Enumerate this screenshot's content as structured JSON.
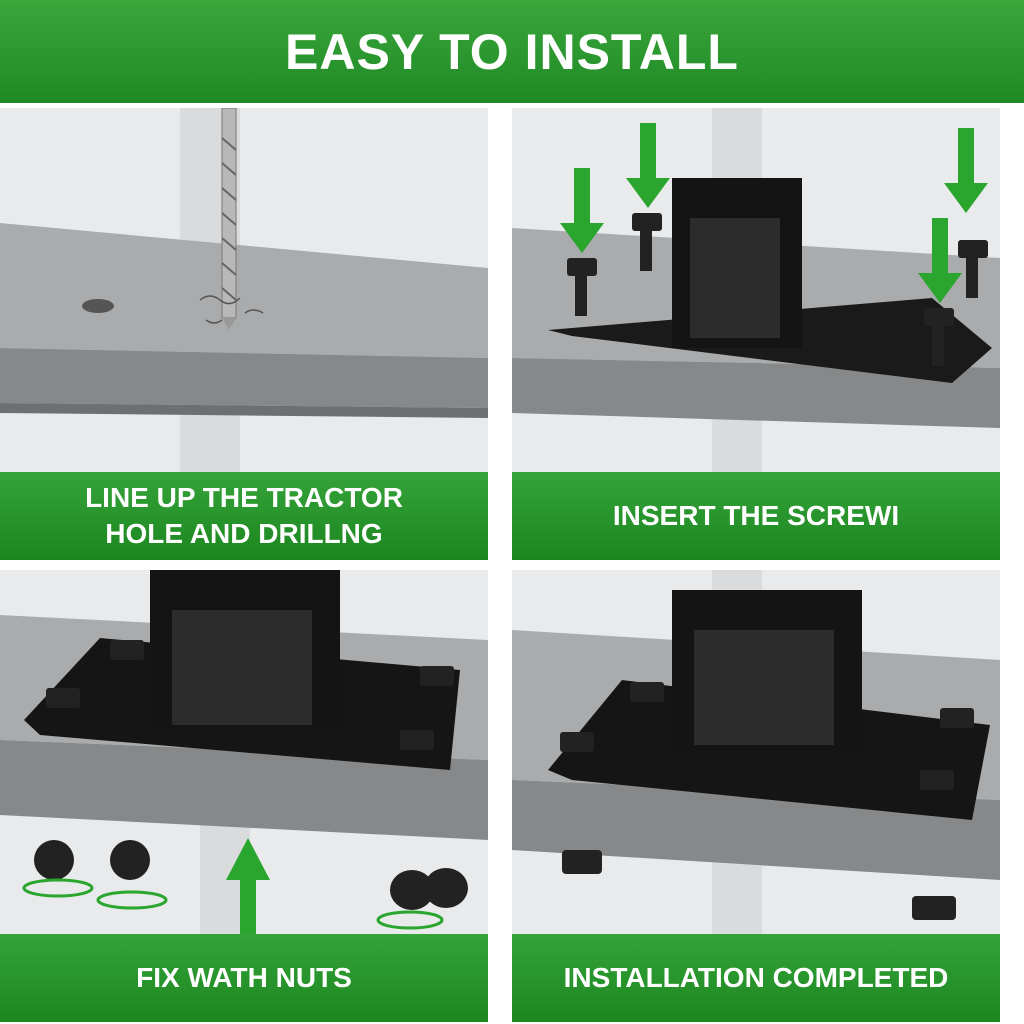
{
  "header": {
    "title": "EASY TO INSTALL"
  },
  "steps": [
    {
      "caption": "LINE UP THE TRACTOR\nHOLE AND DRILLNG"
    },
    {
      "caption": "INSERT THE SCREWI"
    },
    {
      "caption": "FIX WATH NUTS"
    },
    {
      "caption": "INSTALLATION COMPLETED"
    }
  ],
  "colors": {
    "accent": "#2a9a2e",
    "beam": "#9a9c9e",
    "bracket": "#121212"
  }
}
